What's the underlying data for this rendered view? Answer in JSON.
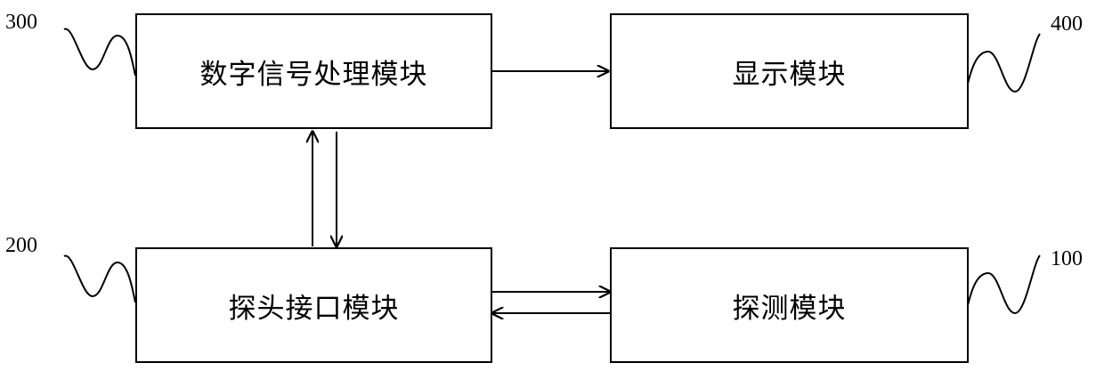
{
  "blocks": {
    "dsp": {
      "label": "数字信号处理模块",
      "ref": "300"
    },
    "display": {
      "label": "显示模块",
      "ref": "400"
    },
    "probe_interface": {
      "label": "探头接口模块",
      "ref": "200"
    },
    "detection": {
      "label": "探测模块",
      "ref": "100"
    }
  }
}
